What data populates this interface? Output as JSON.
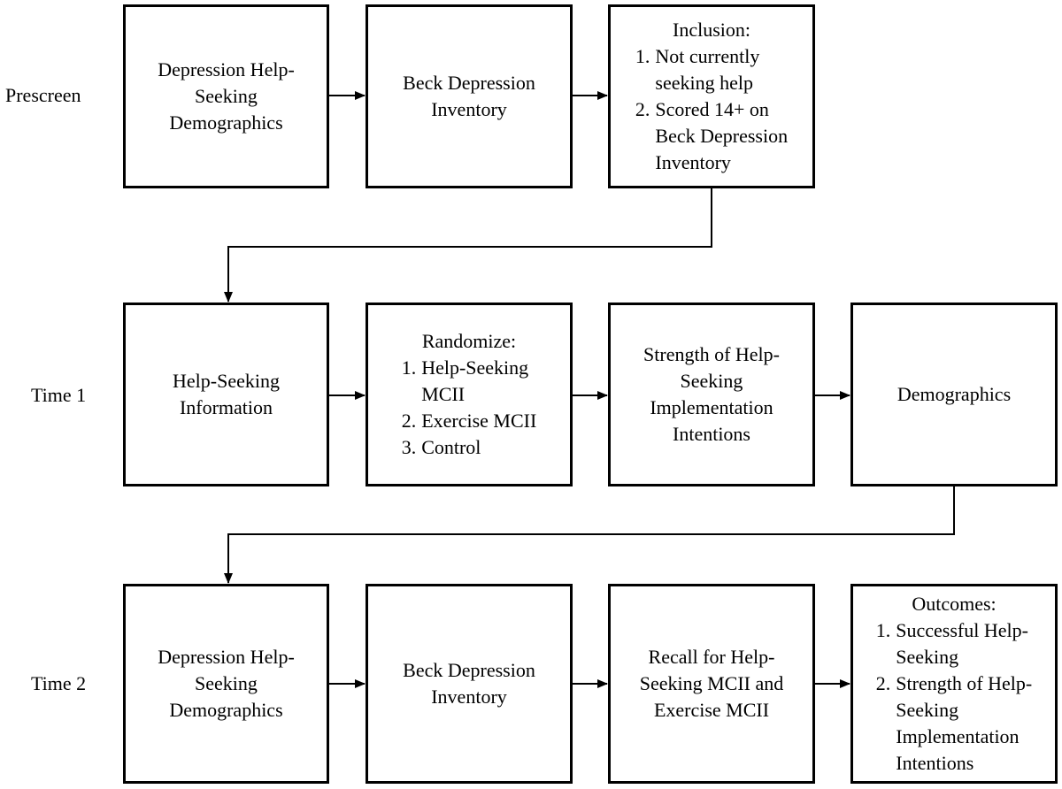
{
  "rows": {
    "prescreen": {
      "label": "Prescreen",
      "box1": {
        "lines": [
          "Depression Help-",
          "Seeking",
          "Demographics"
        ]
      },
      "box2": {
        "lines": [
          "Beck Depression",
          "Inventory"
        ]
      },
      "box3": {
        "heading": "Inclusion:",
        "items": [
          {
            "num": "1.",
            "lines": [
              "Not currently",
              "seeking help"
            ]
          },
          {
            "num": "2.",
            "lines": [
              "Scored 14+ on",
              "Beck Depression",
              "Inventory"
            ]
          }
        ]
      }
    },
    "time1": {
      "label": "Time 1",
      "box1": {
        "lines": [
          "Help-Seeking",
          "Information"
        ]
      },
      "box2": {
        "heading": "Randomize:",
        "items": [
          {
            "num": "1.",
            "lines": [
              "Help-Seeking",
              "MCII"
            ]
          },
          {
            "num": "2.",
            "lines": [
              "Exercise MCII"
            ]
          },
          {
            "num": "3.",
            "lines": [
              "Control"
            ]
          }
        ]
      },
      "box3": {
        "lines": [
          "Strength of Help-",
          "Seeking",
          "Implementation",
          "Intentions"
        ]
      },
      "box4": {
        "lines": [
          "Demographics"
        ]
      }
    },
    "time2": {
      "label": "Time 2",
      "box1": {
        "lines": [
          "Depression Help-",
          "Seeking",
          "Demographics"
        ]
      },
      "box2": {
        "lines": [
          "Beck Depression",
          "Inventory"
        ]
      },
      "box3": {
        "lines": [
          "Recall for Help-",
          "Seeking MCII and",
          "Exercise MCII"
        ]
      },
      "box4": {
        "heading": "Outcomes:",
        "items": [
          {
            "num": "1.",
            "lines": [
              "Successful Help-",
              "Seeking"
            ]
          },
          {
            "num": "2.",
            "lines": [
              "Strength of Help-",
              "Seeking",
              "Implementation",
              "Intentions"
            ]
          }
        ]
      }
    }
  },
  "colors": {
    "stroke": "#000000",
    "background": "#ffffff"
  }
}
